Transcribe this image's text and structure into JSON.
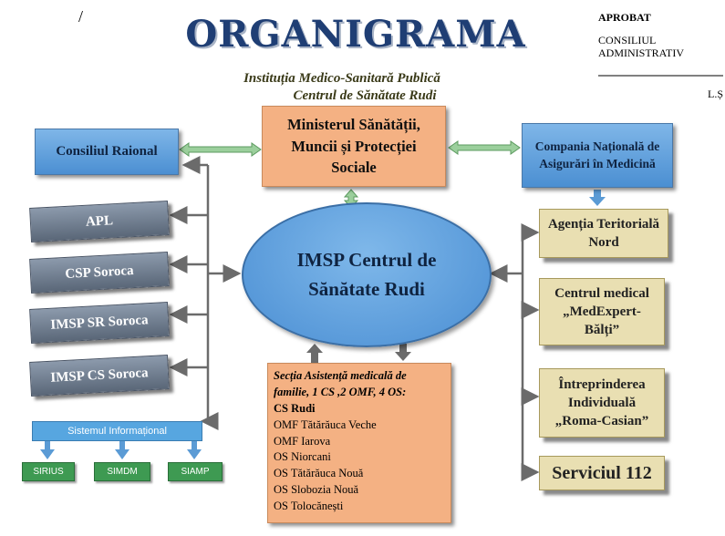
{
  "header": {
    "slash": "/",
    "title": "ORGANIGRAMA",
    "subtitle_line1": "Instituția Medico-Sanitară Publică",
    "subtitle_line2": "Centrul de Sănătate Rudi"
  },
  "approval": {
    "aprobat": "APROBAT",
    "consiliul": "CONSILIUL",
    "administrativ": "ADMINISTRATIV",
    "ls": "L.Ș"
  },
  "nodes": {
    "consiliul_raional": "Consiliul Raional",
    "ministerul": "Ministerul Sănătății, Muncii și Protecției Sociale",
    "compania": "Compania Națională de Asigurări în Medicină",
    "imsp_center": "IMSP Centrul de Sănătate Rudi",
    "apl": "APL",
    "csp_soroca": "CSP Soroca",
    "imsp_sr_soroca": "IMSP SR Soroca",
    "imsp_cs_soroca": "IMSP CS Soroca",
    "sistemul_informational": "Sistemul Informațional",
    "sirius": "SIRIUS",
    "simdm": "SIMDM",
    "siamp": "SIAMP",
    "agentia": "Agenția Teritorială Nord",
    "centrul_medical": "Centrul medical „MedExpert-Bălți”",
    "intreprinderea": "Întreprinderea Individuală „Roma-Casian”",
    "serviciul": "Serviciul 112"
  },
  "section": {
    "head": "Secția Asistență medicală de familie, 1 CS ,2 OMF, 4 OS:",
    "cs": "CS Rudi",
    "items": [
      "OMF Tătărăuca Veche",
      "OMF Iarova",
      "OS Niorcani",
      "OS Tătărăuca Nouă",
      "OS Slobozia Nouă",
      "OS Tolocănești"
    ]
  },
  "colors": {
    "blue": "#5b9bd5",
    "orange": "#f4b183",
    "green": "#3e9a52",
    "khaki": "#e9dfb2",
    "arrow_green": "#9bcf9c",
    "arrow_blue": "#5b9bd5",
    "connector": "#6b6b6b"
  }
}
